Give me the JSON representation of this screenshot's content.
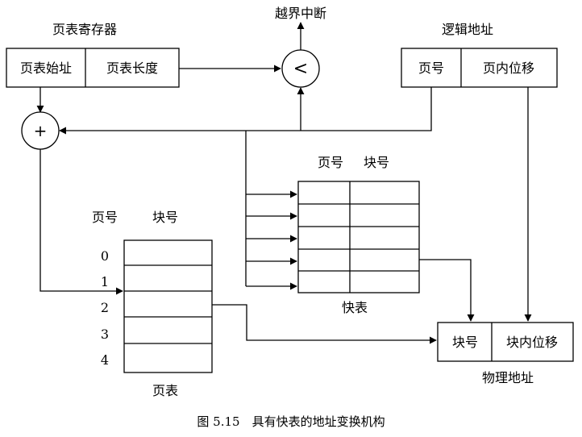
{
  "registers": {
    "page_table_register": {
      "title": "页表寄存器",
      "fields": [
        "页表始址",
        "页表长度"
      ]
    },
    "logical_address": {
      "title": "逻辑地址",
      "fields": [
        "页号",
        "页内位移"
      ]
    },
    "physical_address": {
      "title": "物理地址",
      "fields": [
        "块号",
        "块内位移"
      ]
    }
  },
  "operators": {
    "compare_symbol": "<",
    "adder_symbol": "+",
    "interrupt_label": "越界中断"
  },
  "fast_table": {
    "title": "快表",
    "header_page": "页号",
    "header_block": "块号",
    "row_count": 5
  },
  "page_table": {
    "title": "页表",
    "header_page": "页号",
    "header_block": "块号",
    "row_indices": [
      "0",
      "1",
      "2",
      "3",
      "4"
    ]
  },
  "caption": "图 5.15　具有快表的地址变换机构"
}
